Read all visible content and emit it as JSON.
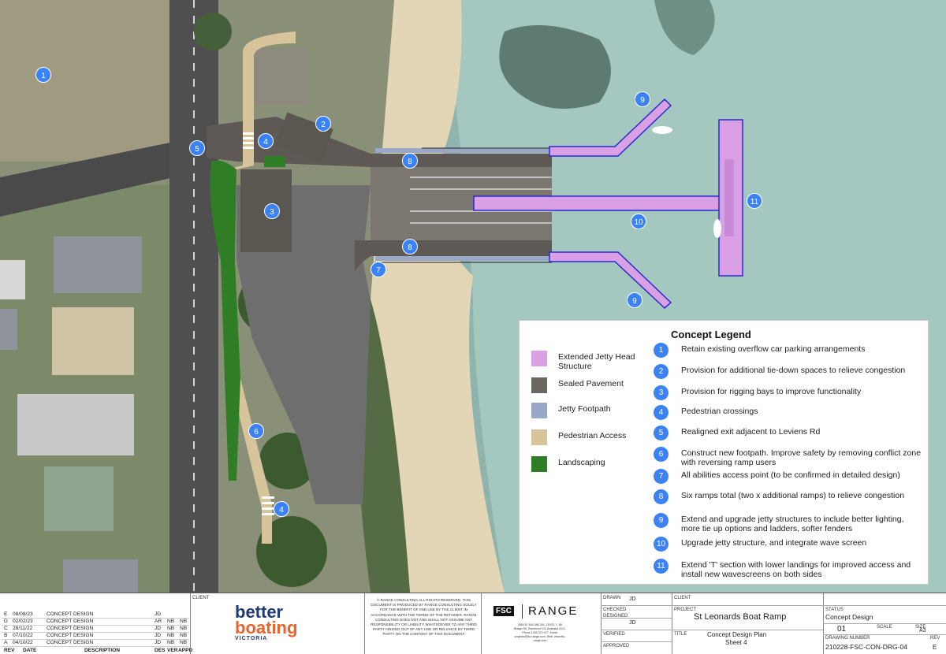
{
  "map_markers": [
    {
      "label": "1"
    },
    {
      "label": "2"
    },
    {
      "label": "3"
    },
    {
      "label": "4"
    },
    {
      "label": "4"
    },
    {
      "label": "5"
    },
    {
      "label": "6"
    },
    {
      "label": "7"
    },
    {
      "label": "8"
    },
    {
      "label": "8"
    },
    {
      "label": "9"
    },
    {
      "label": "9"
    },
    {
      "label": "10"
    },
    {
      "label": "11"
    }
  ],
  "legend": {
    "title": "Concept Legend",
    "keys": [
      {
        "label": "Extended Jetty Head Structure",
        "color": "#d9a0e6"
      },
      {
        "label": "Sealed Pavement",
        "color": "#6b6660"
      },
      {
        "label": "Jetty Footpath",
        "color": "#9aa8c8"
      },
      {
        "label": "Pedestrian Access",
        "color": "#d8c49a"
      },
      {
        "label": "Landscaping",
        "color": "#2f7d24"
      }
    ],
    "items": [
      {
        "num": "1",
        "text": "Retain existing overflow car parking arrangements"
      },
      {
        "num": "2",
        "text": "Provision for additional tie-down spaces to relieve congestion"
      },
      {
        "num": "3",
        "text": "Provision for rigging bays to improve functionality"
      },
      {
        "num": "4",
        "text": "Pedestrian crossings"
      },
      {
        "num": "5",
        "text": "Realigned exit adjacent to Leviens Rd"
      },
      {
        "num": "6",
        "text": "Construct new footpath. Improve safety by removing conflict zone with reversing ramp users"
      },
      {
        "num": "7",
        "text": "All abilities access point (to be confirmed in detailed design)"
      },
      {
        "num": "8",
        "text": "Six ramps total (two x additional ramps) to relieve congestion"
      },
      {
        "num": "9",
        "text": "Extend and upgrade jetty structures to include better lighting, more tie up options and ladders, softer fenders"
      },
      {
        "num": "10",
        "text": "Upgrade jetty structure, and integrate wave screen"
      },
      {
        "num": "11",
        "text": "Extend 'T' section with lower landings for improved access and install new wavescreens on both sides"
      }
    ]
  },
  "title_block": {
    "revisions": [
      {
        "rev": "E",
        "date": "08/08/23",
        "description": "CONCEPT DESIGN",
        "des": "JD",
        "ver": "",
        "appd": ""
      },
      {
        "rev": "D",
        "date": "02/02/23",
        "description": "CONCEPT DESIGN",
        "des": "AR",
        "ver": "NB",
        "appd": "NB"
      },
      {
        "rev": "C",
        "date": "28/11/22",
        "description": "CONCEPT DESIGN",
        "des": "JD",
        "ver": "NB",
        "appd": "NB"
      },
      {
        "rev": "B",
        "date": "07/10/22",
        "description": "CONCEPT DESIGN",
        "des": "JD",
        "ver": "NB",
        "appd": "NB"
      },
      {
        "rev": "A",
        "date": "04/10/22",
        "description": "CONCEPT DESIGN",
        "des": "JD",
        "ver": "NB",
        "appd": "NB"
      }
    ],
    "headers": {
      "rev": "REV",
      "date": "DATE",
      "description": "DESCRIPTION",
      "des": "DES",
      "ver": "VER",
      "appd": "APPD"
    },
    "client_label": "CLIENT",
    "client_logo": {
      "line1": "better",
      "line2": "boating",
      "line3": "VICTORIA"
    },
    "copyright": "© RANGE CONSULTING ALL RIGHTS RESERVED. THIS DOCUMENT IS PRODUCED BY RANGE CONSULTING SOLELY FOR THE BENEFIT OF AND USE BY THE CLIENT IN ACCORDANCE WITH THE TERMS OF THE RETAINER. RANGE CONSULTING DOES NOT AND SHALL NOT ASSUME ANY RESPONSIBILITY OR LIABILITY WHATSOEVER TO ANY THIRD PARTY ARISING OUT OF ANY USE OR RELIANCE BY THIRD PARTY ON THE CONTENT OF THIS DOCUMENT",
    "firm_logo": {
      "left": "FSC",
      "right": "RANGE"
    },
    "firm_address": "ABN 87 644 386 344, LEVEL 1, 88 Bridge Rd, Richmond VIC Australia 3121, Phone 1300 372 477, Email: projects@fsc-range.com, Web: www.fsc-range.com",
    "drawn_label": "DRAWN",
    "drawn": "JD",
    "checked_label": "CHECKED",
    "designed_label": "DESIGNED",
    "designed": "JD",
    "verified_label": "VERIFIED",
    "approved_label": "APPROVED",
    "client2_label": "CLIENT",
    "project_label": "PROJECT",
    "project": "St Leonards Boat Ramp",
    "title_label": "TITLE",
    "title_line1": "Concept Design Plan",
    "title_line2": "Sheet 4",
    "status_label": "STATUS",
    "status": "Concept Design",
    "sheet_no": "01",
    "scale_label": "SCALE",
    "size_label": "SIZE",
    "size": "A3",
    "drawing_number_label": "DRAWING NUMBER",
    "drawing_number": "210228-FSC-CON-DRG-04",
    "rev_label": "REV",
    "rev": "E"
  }
}
